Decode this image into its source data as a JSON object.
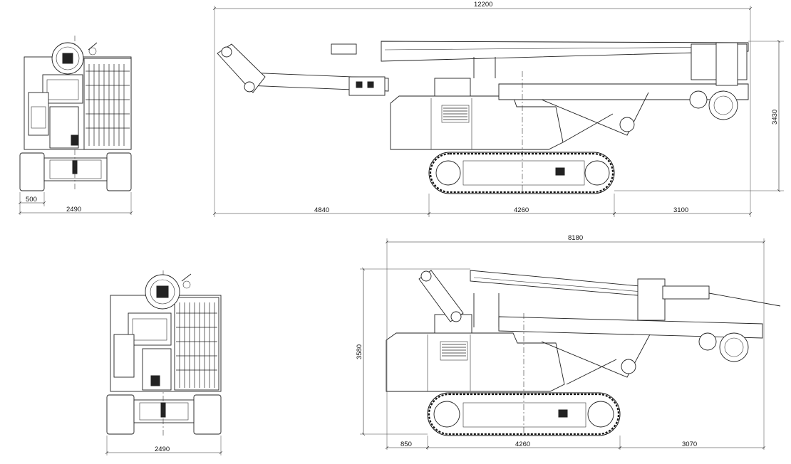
{
  "dimensions": {
    "top_front_overall_width": "2490",
    "top_front_track_width": "500",
    "top_side_overall_length": "12200",
    "top_side_height": "3430",
    "top_side_front_overhang": "4840",
    "top_side_track_length": "4260",
    "top_side_rear_overhang": "3100",
    "bottom_front_overall_width": "2490",
    "bottom_side_overall_length": "8180",
    "bottom_side_height": "3580",
    "bottom_side_front_overhang": "850",
    "bottom_side_track_length": "4260",
    "bottom_side_rear_overhang": "3070"
  }
}
